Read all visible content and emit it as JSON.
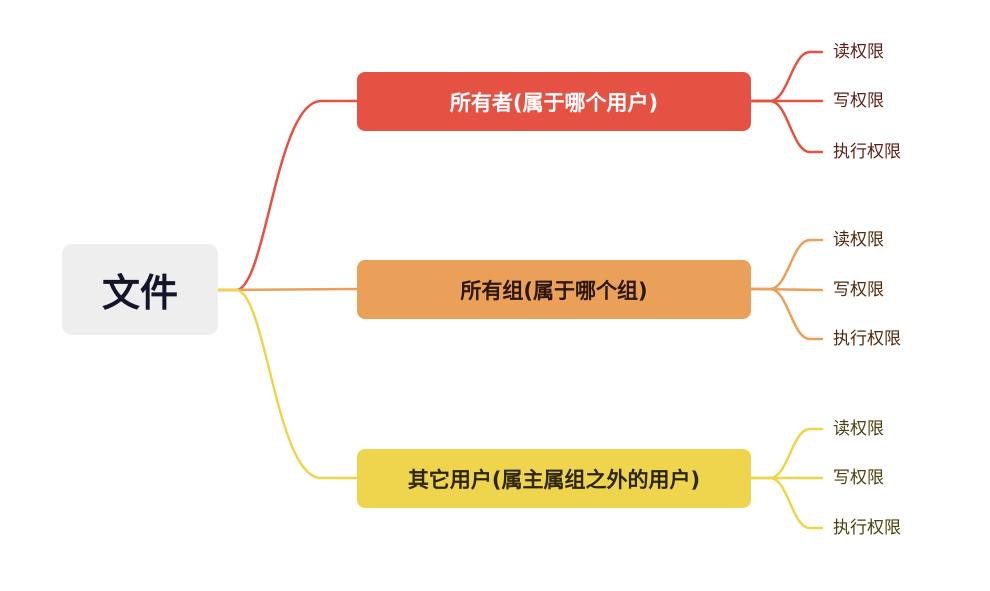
{
  "root": {
    "label": "文件",
    "background": "#eeeeee",
    "text_color": "#14142b"
  },
  "branches": [
    {
      "label": "所有者(属于哪个用户)",
      "color": "#e55244",
      "text_color": "#ffffff",
      "leaf_color": "#5b1f17",
      "leaves": [
        "读权限",
        "写权限",
        "执行权限"
      ]
    },
    {
      "label": "所有组(属于哪个组)",
      "color": "#eba05a",
      "text_color": "#2b1708",
      "leaf_color": "#4d2c10",
      "leaves": [
        "读权限",
        "写权限",
        "执行权限"
      ]
    },
    {
      "label": "其它用户(属主属组之外的用户)",
      "color": "#eed54d",
      "text_color": "#2d2508",
      "leaf_color": "#4d4010",
      "leaves": [
        "读权限",
        "写权限",
        "执行权限"
      ]
    }
  ]
}
